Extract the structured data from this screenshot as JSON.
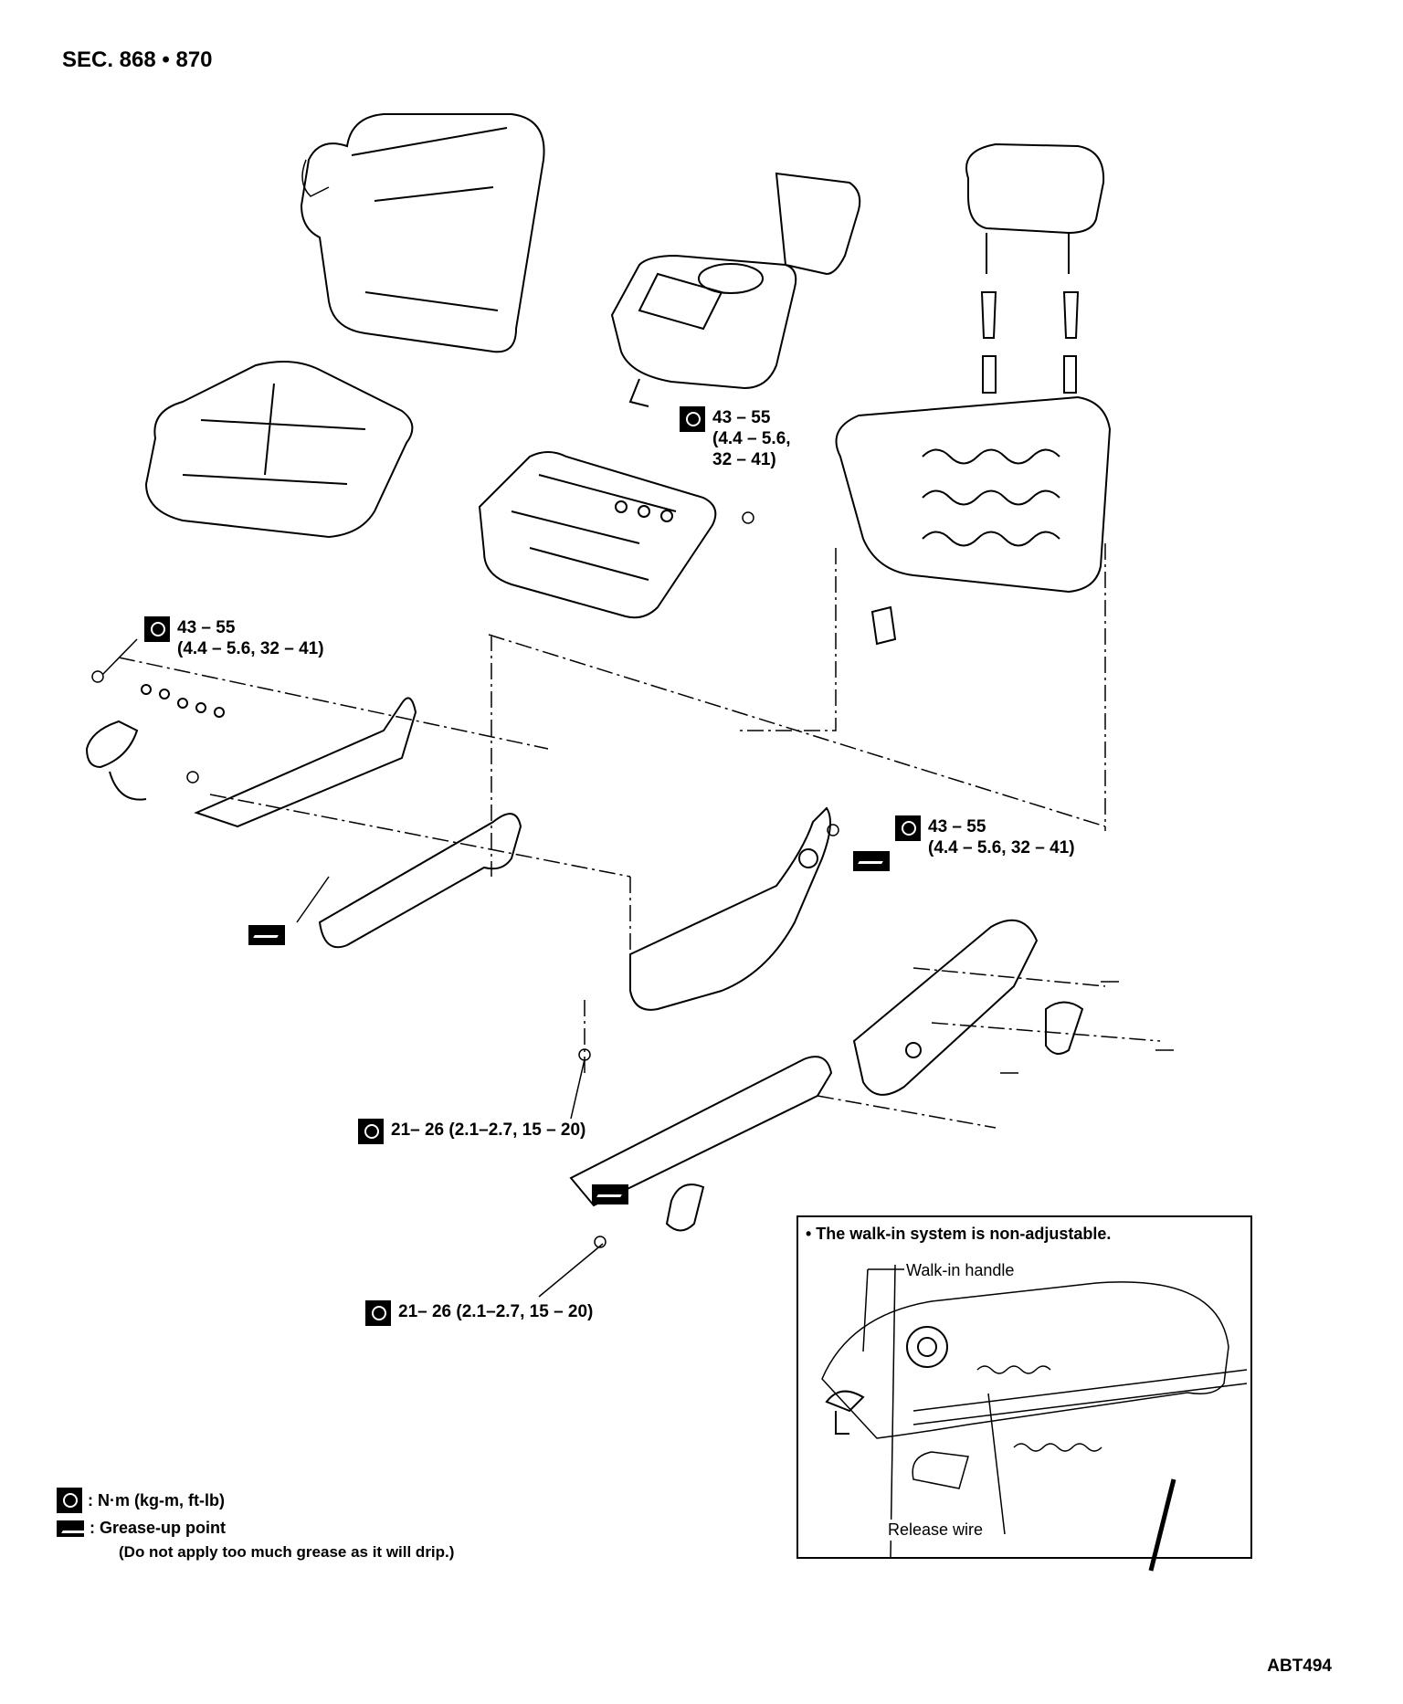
{
  "section": "SEC. 868 • 870",
  "torque_top": {
    "line1": "43 – 55",
    "line2": "(4.4 – 5.6,",
    "line3": "32 – 41)"
  },
  "torque_left": {
    "line1": "43 – 55",
    "line2": "(4.4 – 5.6, 32 – 41)"
  },
  "torque_right": {
    "line1": "43 – 55",
    "line2": "(4.4 – 5.6, 32 – 41)"
  },
  "torque_mid": "21– 26 (2.1–2.7, 15 – 20)",
  "torque_low": "21– 26 (2.1–2.7, 15 – 20)",
  "inset": {
    "note": "• The walk-in system is non-adjustable.",
    "walkin_label": "Walk-in handle",
    "release_label": "Release wire"
  },
  "legend": {
    "torque_unit": ": N·m (kg-m, ft-lb)",
    "grease_label": ": Grease-up point",
    "grease_note": "(Do not apply too much grease as it will drip.)"
  },
  "figure_code": "ABT494"
}
